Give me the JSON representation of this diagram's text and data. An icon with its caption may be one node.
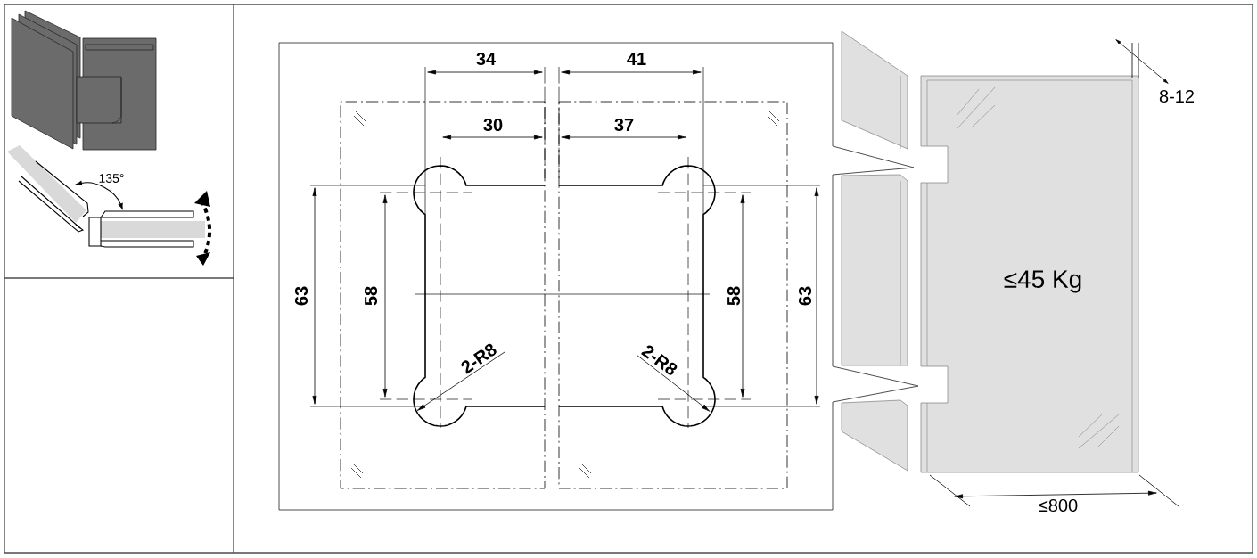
{
  "diagram": {
    "nodes": [
      {
        "text": [
          "≤45 Kg"
        ]
      }
    ],
    "labels": [
      "135°",
      "34",
      "41",
      "8-12",
      "30",
      "37",
      "63",
      "58",
      "58",
      "63",
      "2-R8",
      "2-R8",
      "≤800"
    ]
  }
}
